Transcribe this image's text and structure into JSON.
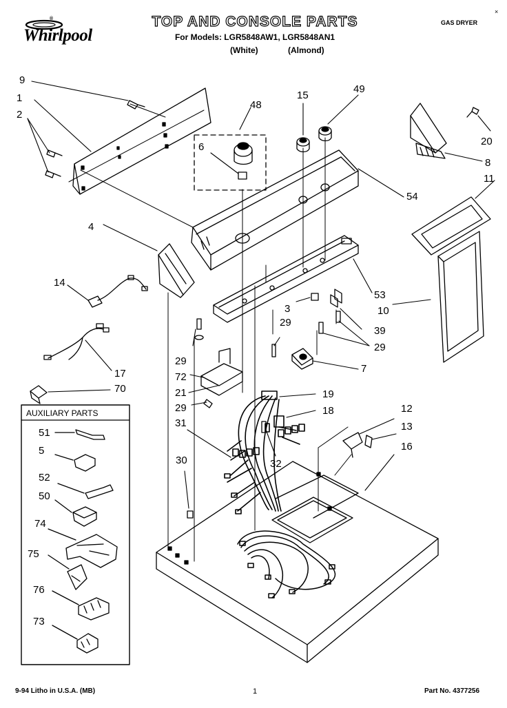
{
  "header": {
    "brand": "Whirlpool",
    "brand_reg": "®",
    "title": "TOP AND CONSOLE PARTS",
    "models": "For Models: LGR5848AW1, LGR5848AN1",
    "color_white": "(White)",
    "color_almond": "(Almond)",
    "product_type": "GAS DRYER",
    "corner_mark": "×"
  },
  "auxiliary": {
    "title": "AUXILIARY PARTS",
    "items": [
      "51",
      "5",
      "52",
      "50",
      "74",
      "75",
      "76",
      "73"
    ]
  },
  "callouts": [
    "9",
    "1",
    "2",
    "48",
    "15",
    "49",
    "20",
    "6",
    "8",
    "54",
    "11",
    "4",
    "14",
    "53",
    "10",
    "3",
    "39",
    "29",
    "29",
    "29",
    "72",
    "7",
    "17",
    "21",
    "70",
    "19",
    "29",
    "18",
    "31",
    "12",
    "13",
    "16",
    "32",
    "30"
  ],
  "footer": {
    "left": "9-94 Litho in U.S.A. (MB)",
    "page": "1",
    "part": "Part No. 4377256"
  },
  "colors": {
    "ink": "#000000",
    "paper": "#ffffff"
  }
}
